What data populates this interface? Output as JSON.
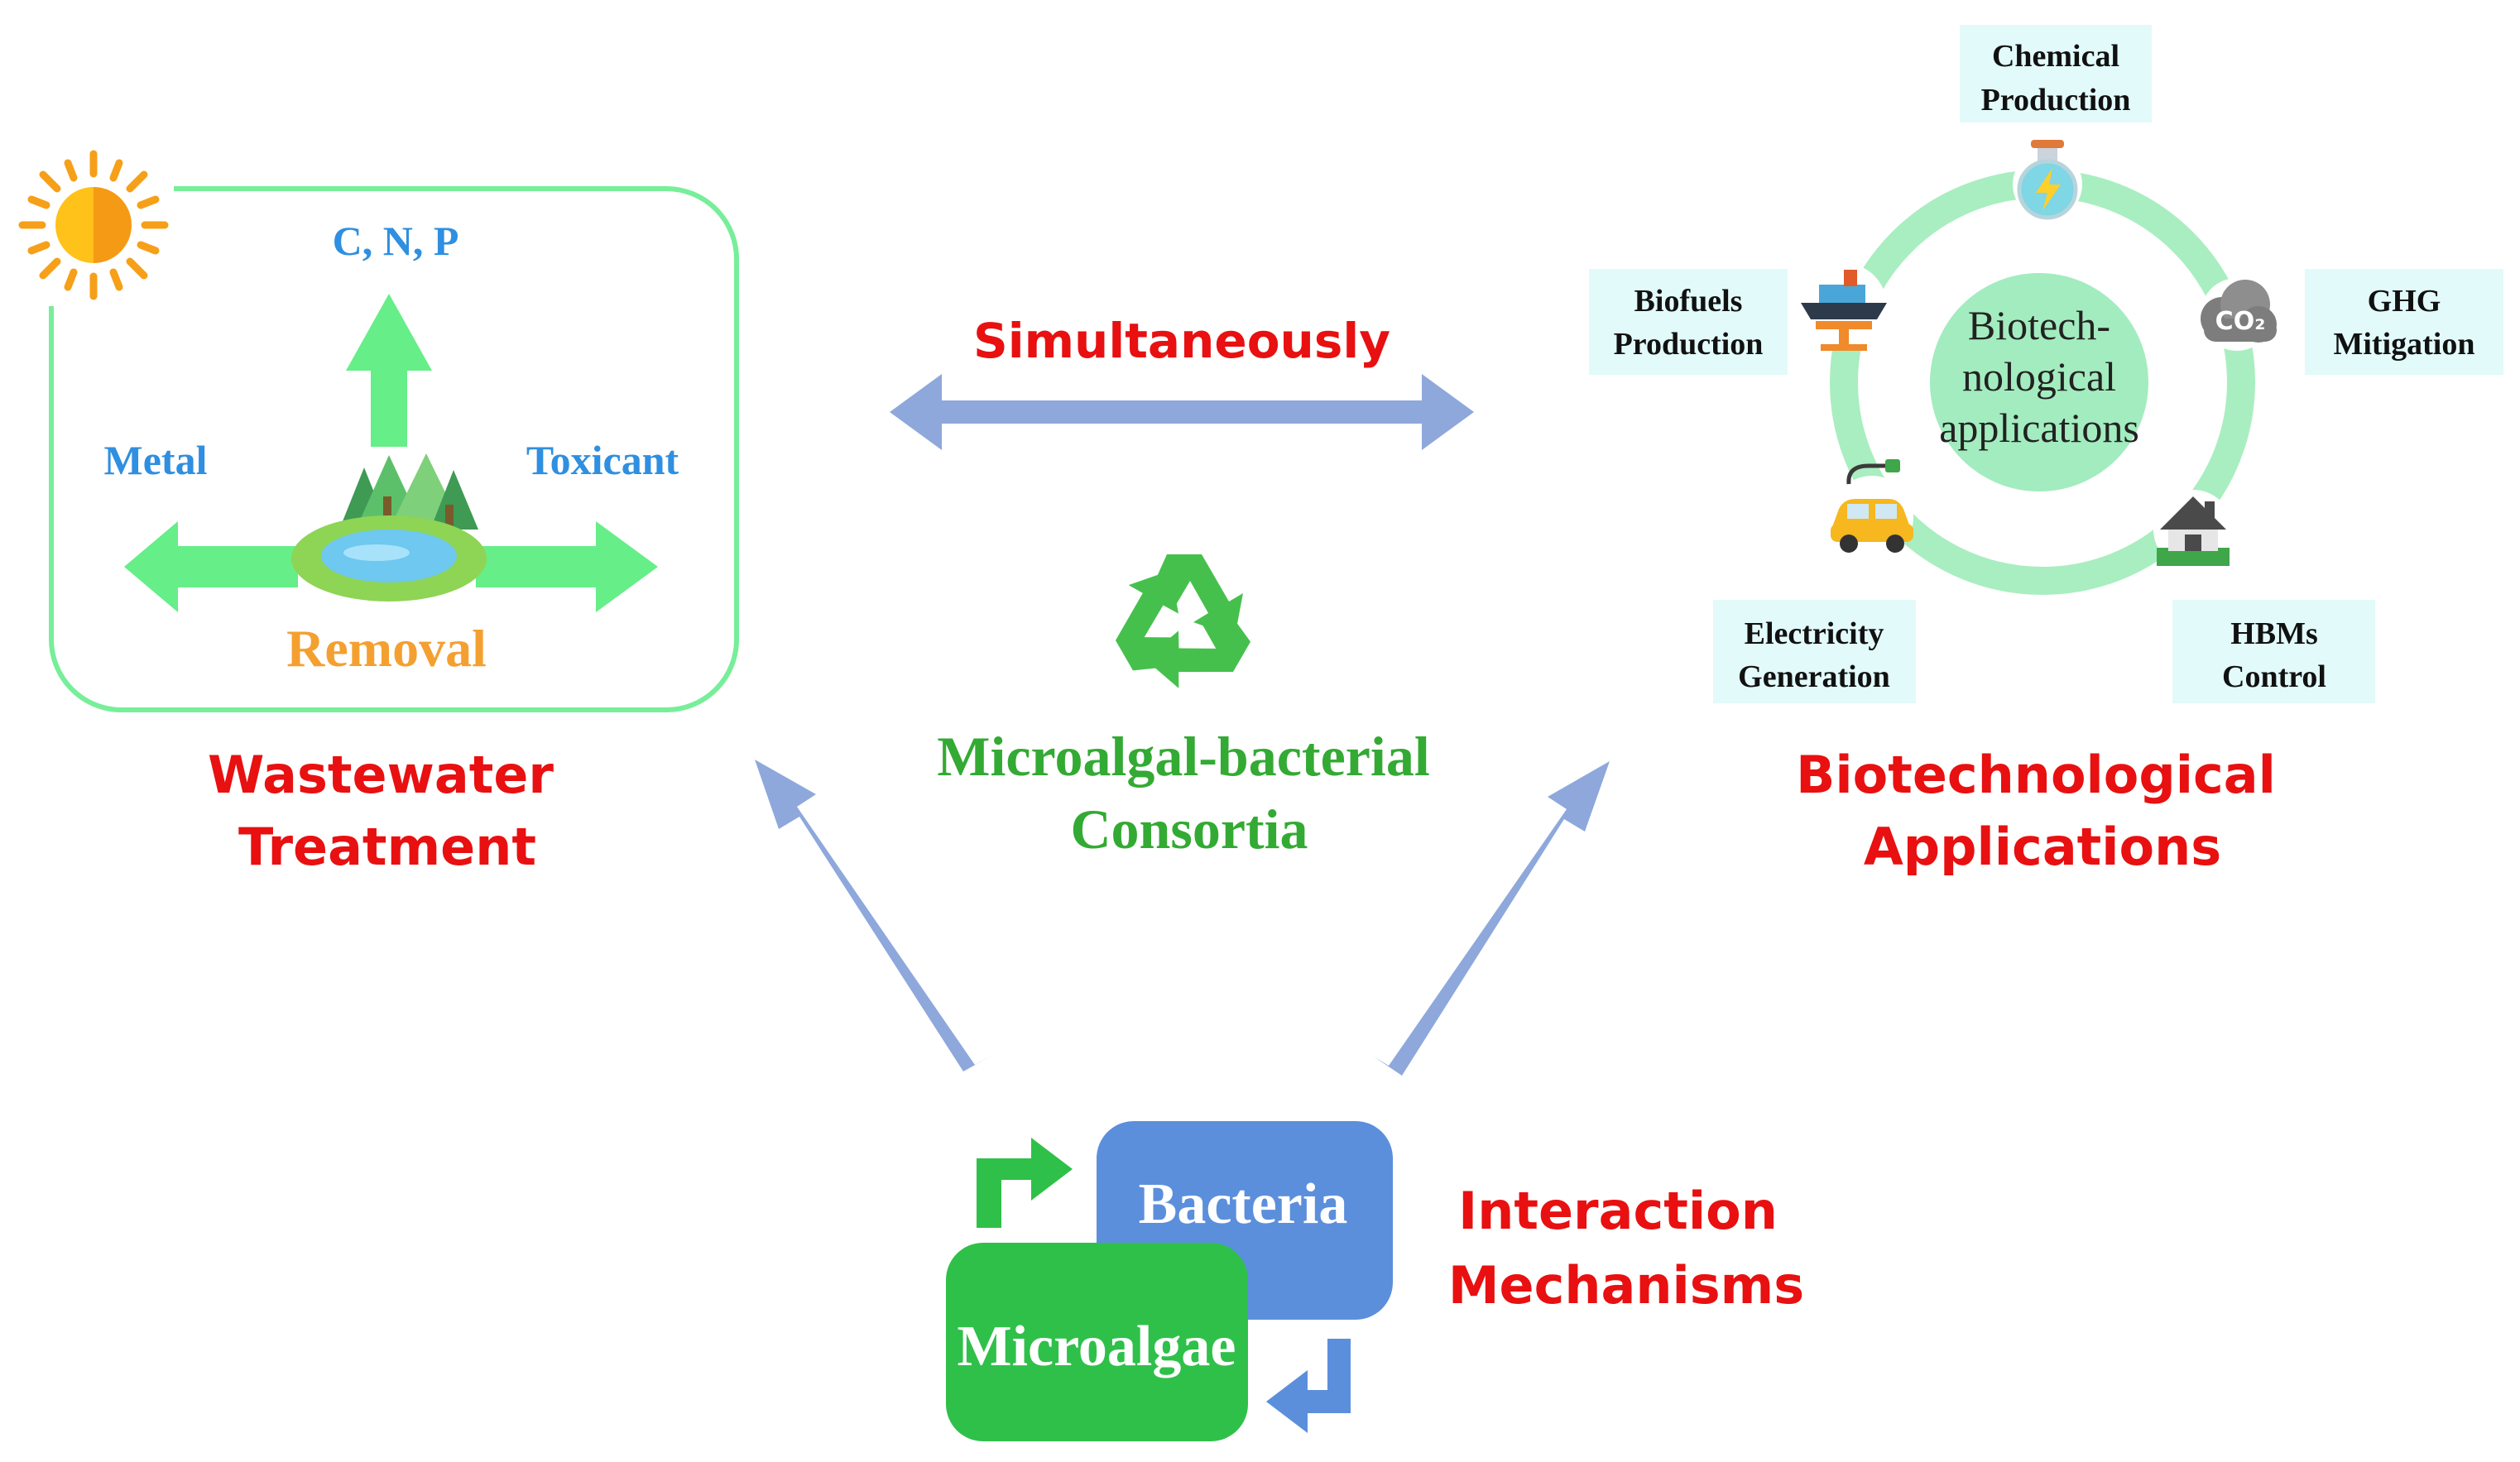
{
  "wastewater": {
    "removal_label": "Removal",
    "targets": {
      "top": "C, N, P",
      "left": "Metal",
      "right": "Toxicant"
    },
    "title_line1": "Wastewater",
    "title_line2": "Treatment"
  },
  "center": {
    "simultaneously": "Simultaneously",
    "consortia_line1": "Microalgal-bacterial",
    "consortia_line2": "Consortia",
    "recycle_icon": "recycle-icon"
  },
  "interaction": {
    "bacteria_label": "Bacteria",
    "microalgae_label": "Microalgae",
    "title_line1": "Interaction",
    "title_line2": "Mechanisms"
  },
  "biotech": {
    "ring_center_line1": "Biotech-",
    "ring_center_line2": "nological",
    "ring_center_line3": "applications",
    "apps": {
      "chemical": {
        "line1": "Chemical",
        "line2": "Production",
        "icon": "flask-icon"
      },
      "ghg": {
        "line1": "GHG",
        "line2": "Mitigation",
        "icon": "co2-cloud-icon"
      },
      "hbms": {
        "line1": "HBMs",
        "line2": "Control",
        "icon": "house-icon"
      },
      "electricity": {
        "line1": "Electricity",
        "line2": "Generation",
        "icon": "electric-car-icon"
      },
      "biofuels": {
        "line1": "Biofuels",
        "line2": "Production",
        "icon": "ship-fuel-icon"
      }
    },
    "title_line1": "Biotechnological",
    "title_line2": "Applications"
  },
  "colors": {
    "green_arrow": "#66ee88",
    "box_border": "#77ee99",
    "blue_label": "#2f8fe0",
    "orange_label": "#f4a030",
    "red_title": "#e81010",
    "green_title": "#33aa33",
    "link_arrow": "#8ea8dc",
    "bacteria_box": "#5b8fdc",
    "microalgae_box": "#2fc04a",
    "ring": "#a9eec0",
    "ring_center": "#a3ecbf",
    "app_box": "#e2fafa"
  }
}
